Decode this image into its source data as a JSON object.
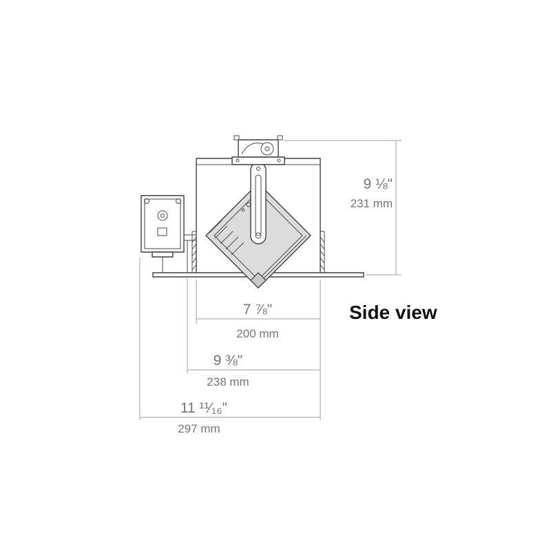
{
  "title": {
    "text": "Side view"
  },
  "dimensions": {
    "height": {
      "imperial": "9 ⅛\"",
      "metric": "231 mm"
    },
    "aperture_width": {
      "imperial": "7 ⅞\"",
      "metric": "200 mm"
    },
    "housing_width": {
      "imperial": "9 ⅜\"",
      "metric": "238 mm"
    },
    "overall_width": {
      "imperial": "11 ¹¹⁄₁₆\"",
      "metric": "297 mm"
    }
  },
  "colors": {
    "drawing_line": "#3f3f3f",
    "dimension_line": "#b0b0b0",
    "dimension_text": "#757575",
    "head_fill": "#dcdcdc",
    "title_text": "#111111",
    "background": "#ffffff"
  }
}
